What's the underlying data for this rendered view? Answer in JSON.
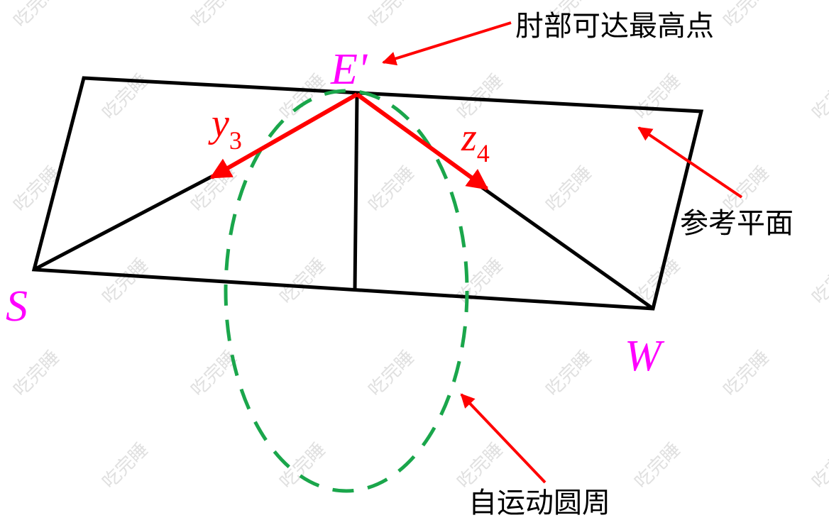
{
  "watermark": "吃完睡",
  "labels": {
    "elbow_peak": "肘部可达最高点",
    "reference_plane": "参考平面",
    "self_motion_circle": "自运动圆周"
  },
  "points": {
    "E": "E'",
    "S": "S",
    "W": "W"
  },
  "vectors": {
    "y3": {
      "base": "y",
      "sub": "3"
    },
    "z4": {
      "base": "z",
      "sub": "4"
    }
  },
  "colors": {
    "point_label": "#ff00ff",
    "vector": "#ff0000",
    "arrow": "#ff0000",
    "circle": "#1aa64b",
    "line": "#000000",
    "watermark": "#c8c8c8"
  }
}
